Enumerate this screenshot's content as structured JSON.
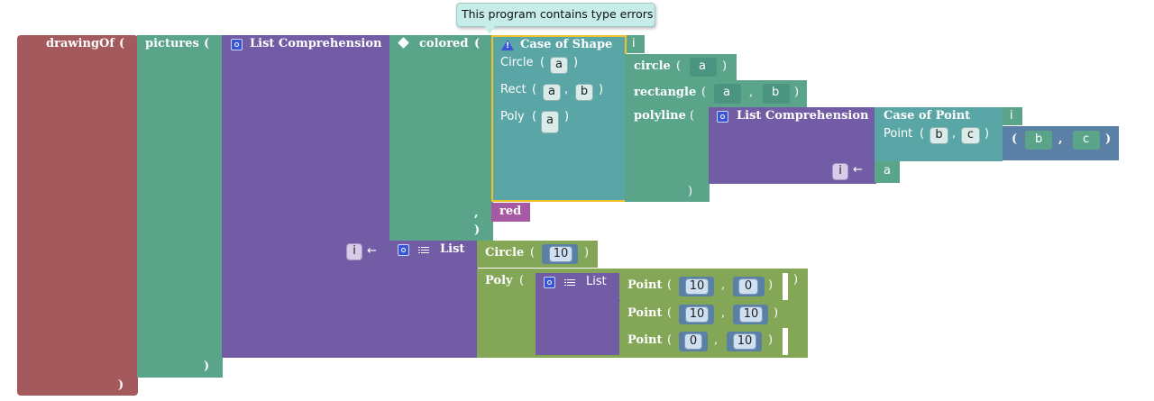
{
  "tooltip": "This program contains type errors",
  "drawing_of": {
    "label": "drawingOf",
    "open": "(",
    "close": ")"
  },
  "pictures": {
    "label": "pictures",
    "open": "(",
    "close": ")"
  },
  "outer_comprehension": {
    "label": "List Comprehension",
    "generator_var": "i",
    "arrow": "←"
  },
  "colored": {
    "label": "colored",
    "open": "(",
    "comma": ",",
    "close": ")",
    "color_value": "red"
  },
  "case_shape": {
    "label": "Case of  Shape",
    "scrutinee": "i",
    "branches": [
      {
        "name": "Circle",
        "open": "(",
        "vars": [
          "a"
        ],
        "close": ")"
      },
      {
        "name": "Rect",
        "open": "(",
        "vars": [
          "a",
          "b"
        ],
        "sep": ",",
        "close": ")"
      },
      {
        "name": "Poly",
        "open": "(",
        "vars": [
          "a"
        ],
        "close": ")"
      }
    ],
    "results": {
      "circle": {
        "label": "circle",
        "open": "(",
        "arg": "a",
        "close": ")"
      },
      "rectangle": {
        "label": "rectangle",
        "open": "(",
        "args": [
          "a",
          "b"
        ],
        "sep": ",",
        "close": ")"
      },
      "polyline": {
        "label": "polyline",
        "open": "(",
        "close": ")"
      }
    }
  },
  "inner_comprehension": {
    "label": "List Comprehension",
    "generator_var": "i",
    "arrow": "←",
    "source": "a",
    "case_point": {
      "label": "Case of  Point",
      "scrutinee": "i",
      "branch": {
        "name": "Point",
        "open": "(",
        "vars": [
          "b",
          "c"
        ],
        "sep": ",",
        "close": ")"
      },
      "tuple": {
        "open": "(",
        "items": [
          "b",
          "c"
        ],
        "sep": ",",
        "close": ")"
      }
    }
  },
  "shape_list": {
    "label": "List",
    "items": [
      {
        "name": "Circle",
        "open": "(",
        "value": "10",
        "close": ")"
      },
      {
        "name": "Poly",
        "open": "(",
        "close": ")"
      }
    ],
    "point_list": {
      "label": "List",
      "close": ")",
      "points": [
        {
          "label": "Point",
          "open": "(",
          "x": "10",
          "sep": ",",
          "y": "0",
          "close": ")"
        },
        {
          "label": "Point",
          "open": "(",
          "x": "10",
          "sep": ",",
          "y": "10",
          "close": ")"
        },
        {
          "label": "Point",
          "open": "(",
          "x": "0",
          "sep": ",",
          "y": "10",
          "close": ")"
        }
      ]
    }
  },
  "colors": {
    "drawing": "#a45a5c",
    "teal": "#5aa58a",
    "purple": "#725ca6",
    "case": "#5aa5a5",
    "green": "#83a657",
    "blue_tuple": "#5b80a5",
    "red_value": "#a55aa3",
    "warning_outline": "#f2c12e",
    "tooltip_bg": "#c6ede8"
  }
}
